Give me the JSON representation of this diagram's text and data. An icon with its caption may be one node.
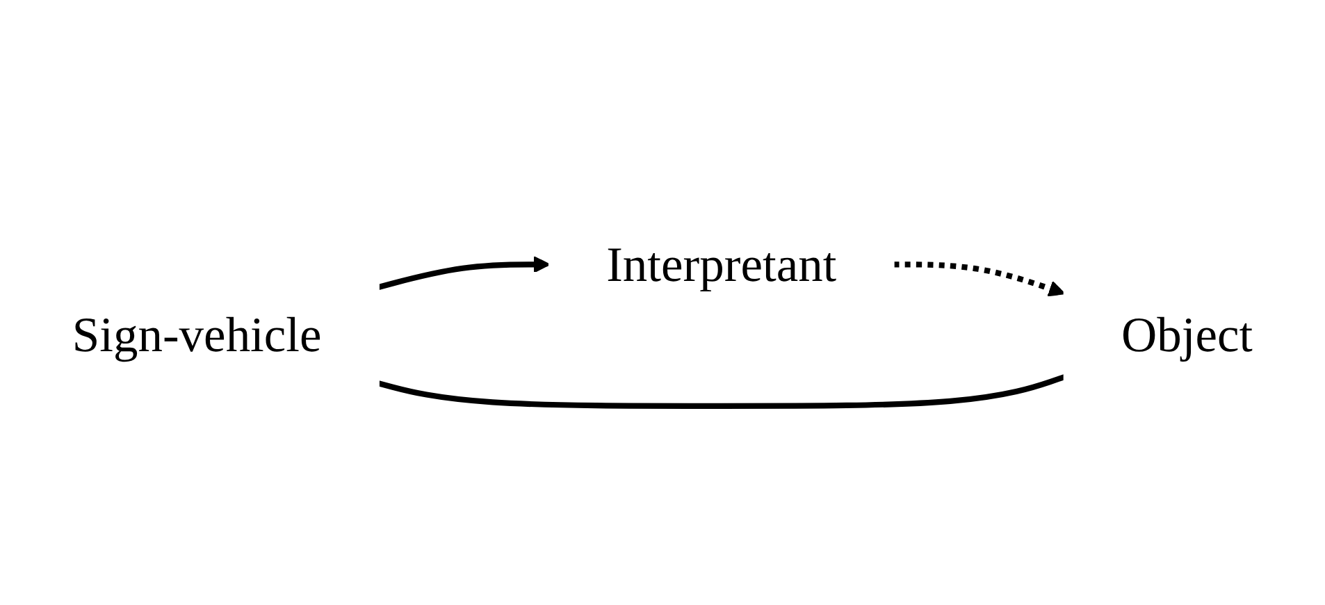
{
  "diagram": {
    "nodes": [
      {
        "text": [
          "Sign-vehicle"
        ]
      },
      {
        "text": [
          "Object"
        ]
      },
      {
        "text": [
          "Interpretant"
        ]
      }
    ],
    "edges": [
      {
        "from": 1,
        "to": 0,
        "arrow": "none"
      },
      {
        "from": 0,
        "to": 2,
        "arrow": "to"
      },
      {
        "from": 2,
        "to": 1,
        "arrow": "to",
        "style": "dashed"
      }
    ]
  }
}
